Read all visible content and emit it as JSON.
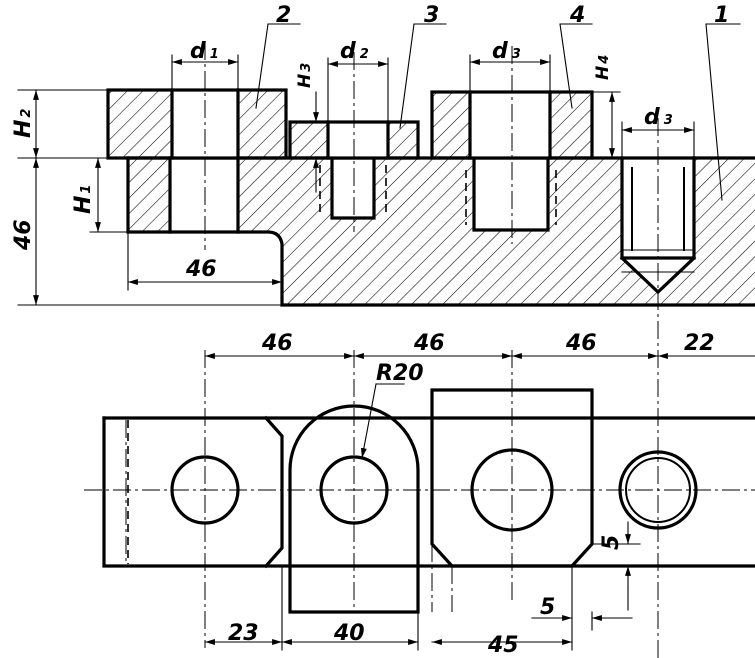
{
  "parts": {
    "p1": "1",
    "p2": "2",
    "p3": "3",
    "p4": "4"
  },
  "symbols": {
    "d1": {
      "base": "d",
      "sub": "1"
    },
    "d2": {
      "base": "d",
      "sub": "2"
    },
    "d3a": {
      "base": "d",
      "sub": "3"
    },
    "d3b": {
      "base": "d",
      "sub": "3"
    },
    "H1": {
      "base": "H",
      "sub": "1"
    },
    "H2": {
      "base": "H",
      "sub": "2"
    },
    "H3": {
      "base": "H",
      "sub": "3"
    },
    "H4": {
      "base": "H",
      "sub": "4"
    }
  },
  "dims": {
    "height_left": "46",
    "width_step": "46",
    "pitch_1": "46",
    "pitch_2": "46",
    "pitch_3": "46",
    "end_22": "22",
    "radius": "R20",
    "bottom_23": "23",
    "bottom_40": "40",
    "bottom_45": "45",
    "gap_5_vertical": "5",
    "gap_5_horizontal": "5"
  }
}
